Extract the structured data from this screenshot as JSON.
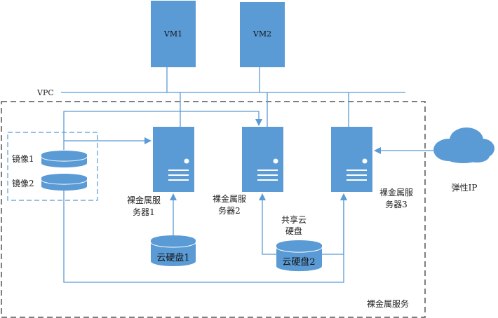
{
  "colors": {
    "node_fill": "#5b9bd5",
    "line": "#5b9bd5",
    "dash_outer": "#555555",
    "dash_inner": "#5b9bd5",
    "text": "#222222"
  },
  "vms": [
    {
      "label": "VM1"
    },
    {
      "label": "VM2"
    }
  ],
  "network": {
    "label": "VPC"
  },
  "images": [
    {
      "label": "镜像1"
    },
    {
      "label": "镜像2"
    }
  ],
  "servers": [
    {
      "label_line1": "裸金属服",
      "label_line2": "务器1"
    },
    {
      "label_line1": "裸金属服",
      "label_line2": "务器2"
    },
    {
      "label_line1": "裸金属服",
      "label_line2": "务器3"
    }
  ],
  "disks": [
    {
      "label": "云硬盘1"
    },
    {
      "label": "云硬盘2"
    }
  ],
  "shared_disk_note": {
    "line1": "共享云",
    "line2": "硬盘"
  },
  "elastic_ip": {
    "label": "弹性IP"
  },
  "service_group": {
    "label": "裸金属服务"
  }
}
